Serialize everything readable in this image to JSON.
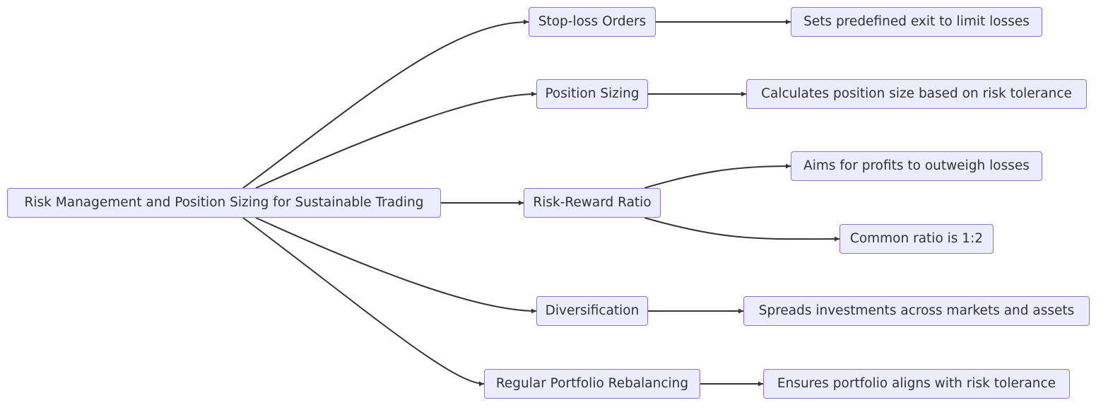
{
  "diagram": {
    "type": "flowchart",
    "direction": "left-to-right",
    "nodes": [
      {
        "id": "root",
        "label": "Risk Management and Position Sizing for Sustainable Trading"
      },
      {
        "id": "stoploss",
        "label": "Stop-loss Orders"
      },
      {
        "id": "possize",
        "label": "Position Sizing"
      },
      {
        "id": "rrratio",
        "label": "Risk-Reward Ratio"
      },
      {
        "id": "divers",
        "label": "Diversification"
      },
      {
        "id": "rebal",
        "label": "Regular Portfolio Rebalancing"
      },
      {
        "id": "stoploss_d",
        "label": "Sets predefined exit to limit losses"
      },
      {
        "id": "possize_d",
        "label": "Calculates position size based on risk tolerance"
      },
      {
        "id": "rr_d1",
        "label": "Aims for profits to outweigh losses"
      },
      {
        "id": "rr_d2",
        "label": "Common ratio is 1:2"
      },
      {
        "id": "divers_d",
        "label": "Spreads investments across markets and assets"
      },
      {
        "id": "rebal_d",
        "label": "Ensures portfolio aligns with risk tolerance"
      }
    ],
    "edges": [
      {
        "from": "root",
        "to": "stoploss"
      },
      {
        "from": "root",
        "to": "possize"
      },
      {
        "from": "root",
        "to": "rrratio"
      },
      {
        "from": "root",
        "to": "divers"
      },
      {
        "from": "root",
        "to": "rebal"
      },
      {
        "from": "stoploss",
        "to": "stoploss_d"
      },
      {
        "from": "possize",
        "to": "possize_d"
      },
      {
        "from": "rrratio",
        "to": "rr_d1"
      },
      {
        "from": "rrratio",
        "to": "rr_d2"
      },
      {
        "from": "divers",
        "to": "divers_d"
      },
      {
        "from": "rebal",
        "to": "rebal_d"
      }
    ],
    "colors": {
      "node_fill": "#ececff",
      "node_border": "#9370db",
      "text": "#333333",
      "edge": "#333333"
    }
  }
}
